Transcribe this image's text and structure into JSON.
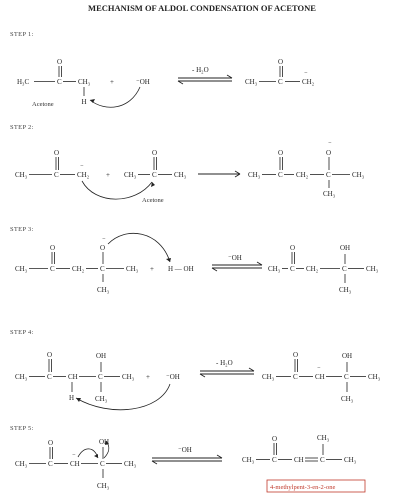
{
  "title": "MECHANISM OF ALDOL CONDENSATION OF ACETONE",
  "steps": [
    {
      "label": "STEP 1:",
      "left": {
        "h3c": "H₃C",
        "c": "C",
        "o": "O",
        "ch3": "CH₃",
        "h": "H",
        "name": "Acetone"
      },
      "plus": "+",
      "reagent": "⁻OH",
      "arrow_label": "- H₂O",
      "product": {
        "ch3": "CH₃",
        "c": "C",
        "o": "O",
        "ch2": "CH₂",
        "charge": "⁻"
      }
    },
    {
      "label": "STEP 2:",
      "left": {
        "ch3": "CH₃",
        "c": "C",
        "o": "O",
        "ch2": "CH₂",
        "charge": "⁻"
      },
      "plus": "+",
      "reagent": {
        "ch3a": "CH₃",
        "c": "C",
        "o": "O",
        "ch3b": "CH₃",
        "name": "Acetone"
      },
      "product": {
        "ch3": "CH₃",
        "c1": "C",
        "o": "O",
        "ch2": "CH₂",
        "c2": "C",
        "ch3r": "CH₃",
        "ch3d": "CH₃",
        "o2": "O",
        "charge": "⁻"
      }
    },
    {
      "label": "STEP 3:",
      "left": {
        "ch3": "CH₃",
        "c1": "C",
        "o": "O",
        "ch2": "CH₂",
        "c2": "C",
        "ch3r": "CH₃",
        "ch3d": "CH₃",
        "o2": "O",
        "charge": "⁻"
      },
      "plus": "+",
      "reagent": "H — OH",
      "arrow_label": "⁻OH",
      "product": {
        "ch3": "CH₃",
        "c1": "C",
        "o": "O",
        "ch2": "CH₂",
        "c2": "C",
        "ch3r": "CH₃",
        "ch3d": "CH₃",
        "oh": "OH"
      }
    },
    {
      "label": "STEP 4:",
      "left": {
        "ch3": "CH₃",
        "c1": "C",
        "o": "O",
        "ch": "CH",
        "c2": "C",
        "ch3r": "CH₃",
        "ch3d": "CH₃",
        "oh": "OH",
        "h": "H"
      },
      "plus": "+",
      "reagent": "⁻OH",
      "arrow_label": "- H₂O",
      "product": {
        "ch3": "CH₃",
        "c1": "C",
        "o": "O",
        "ch": "CH",
        "c2": "C",
        "ch3r": "CH₃",
        "ch3d": "CH₃",
        "oh": "OH",
        "charge": "⁻"
      }
    },
    {
      "label": "STEP 5:",
      "left": {
        "ch3": "CH₃",
        "c1": "C",
        "o": "O",
        "ch": "CH",
        "c2": "C",
        "ch3r": "CH₃",
        "ch3d": "CH₃",
        "oh": "OH",
        "charge": "⁻"
      },
      "arrow_label": "⁻OH",
      "product": {
        "ch3": "CH₃",
        "c1": "C",
        "o": "O",
        "ch": "CH",
        "c2": "C",
        "ch3r": "CH₃",
        "ch3u": "CH₃"
      },
      "product_name": "4-methylpent-3-en-2-one"
    }
  ],
  "colors": {
    "ink": "#222222",
    "product_label": "#c0392b"
  }
}
